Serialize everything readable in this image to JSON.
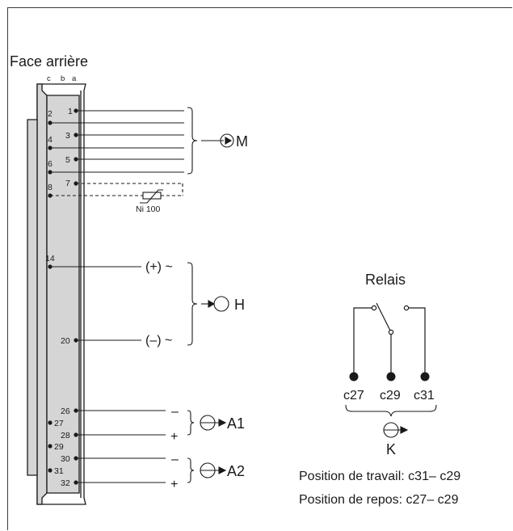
{
  "title": "Face arrière",
  "connector": {
    "column_labels": [
      "c",
      "b",
      "a"
    ],
    "pins": {
      "p1": "1",
      "p2": "2",
      "p3": "3",
      "p4": "4",
      "p5": "5",
      "p6": "6",
      "p7": "7",
      "p8": "8",
      "p14": "14",
      "p20": "20",
      "p26": "26",
      "p27": "27",
      "p28": "28",
      "p29": "29",
      "p30": "30",
      "p31": "31",
      "p32": "32"
    }
  },
  "groups": {
    "M": {
      "label": "M"
    },
    "sensor": {
      "label": "Ni 100"
    },
    "H": {
      "label": "H",
      "plus": "(+) ~",
      "minus": "(–) ~"
    },
    "A1": {
      "label": "A1",
      "minus": "–",
      "plus": "+"
    },
    "A2": {
      "label": "A2",
      "minus": "–",
      "plus": "+"
    }
  },
  "relay": {
    "title": "Relais",
    "terminals": [
      "c27",
      "c29",
      "c31"
    ],
    "label": "K",
    "work_position": "Position de travail: c31– c29",
    "rest_position": "Position de repos: c27– c29"
  }
}
